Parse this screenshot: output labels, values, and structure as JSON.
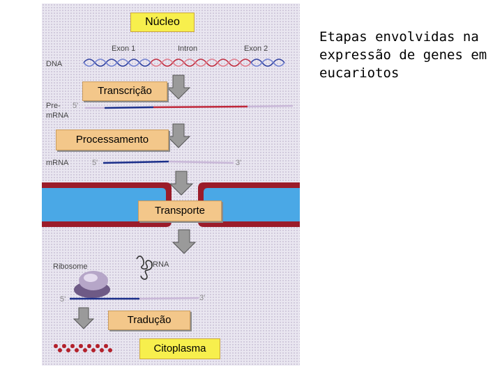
{
  "labels": {
    "nucleo": "Núcleo",
    "dna": "DNA",
    "exon1": "Exon 1",
    "intron": "Intron",
    "exon2": "Exon 2",
    "transcricao": "Transcrição",
    "pre_mrna_line1": "Pre-",
    "pre_mrna_line2": "mRNA",
    "processamento": "Processamento",
    "mrna": "mRNA",
    "five_prime": "5'",
    "three_prime": "3'",
    "transporte": "Transporte",
    "ribosome": "Ribosome",
    "trna": "tRNA",
    "traducao": "Tradução",
    "citoplasma": "Citoplasma"
  },
  "caption": "Etapas envolvidas na expressão de genes em eucariotos",
  "colors": {
    "exon": "#1a2e8a",
    "intron": "#c0283a",
    "utr": "#c9b8d8",
    "membrane_red": "#9b1c2a",
    "membrane_blue": "#4aa8e6",
    "label_box": "#f3c78a",
    "compartment_box": "#f7ef4d",
    "protein": "#b3202a"
  }
}
